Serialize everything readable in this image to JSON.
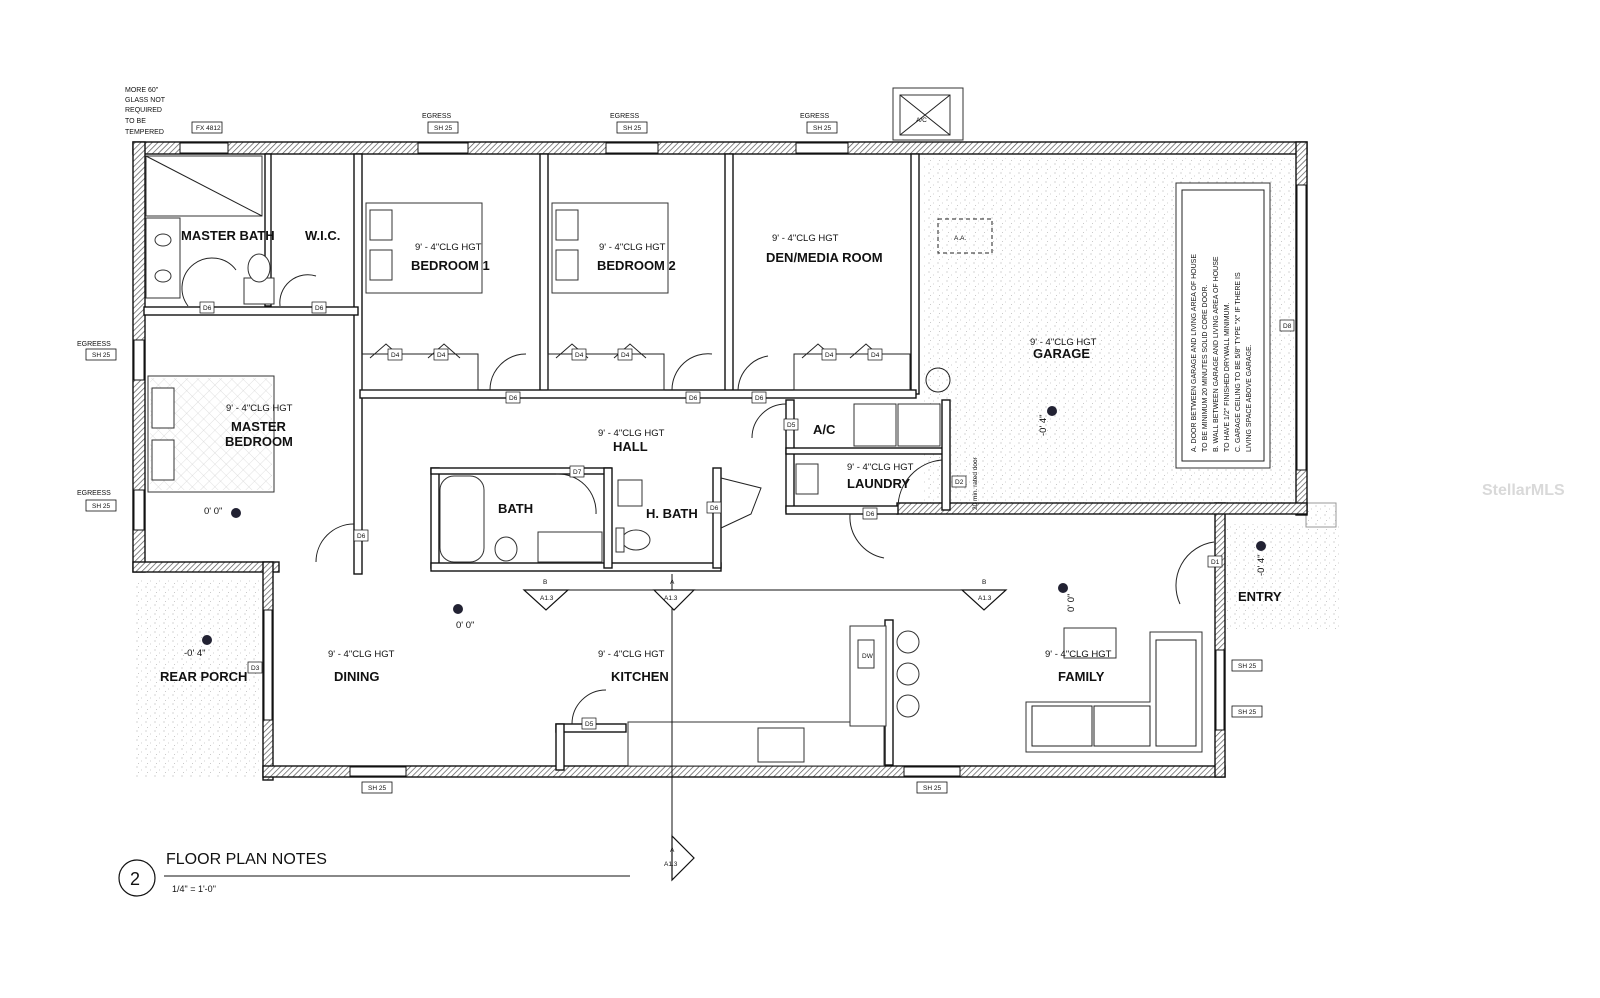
{
  "rooms": {
    "master_bath": "MASTER BATH",
    "wic": "W.I.C.",
    "bedroom1": "BEDROOM 1",
    "bedroom2": "BEDROOM 2",
    "den": "DEN/MEDIA ROOM",
    "garage": "GARAGE",
    "master_bedroom_line1": "MASTER",
    "master_bedroom_line2": "BEDROOM",
    "hall": "HALL",
    "ac_closet": "A/C",
    "laundry": "LAUNDRY",
    "bath": "BATH",
    "half_bath": "H. BATH",
    "entry": "ENTRY",
    "rear_porch": "REAR PORCH",
    "dining": "DINING",
    "kitchen": "KITCHEN",
    "family": "FAMILY"
  },
  "ceiling_height": "9' - 4\"CLG HGT",
  "elevations": {
    "zero": "0' 0\"",
    "minus4": "-0' 4\""
  },
  "glass_note": [
    "MORE 60\"",
    "GLASS NOT",
    "REQUIRED",
    "TO BE",
    "TEMPERED"
  ],
  "egress_label": "EGRESS",
  "egreess_label": "EGREESS",
  "window_tag": "SH 25",
  "window_tag_fx": "FX 4812",
  "ac_unit": "A/C",
  "aa_tag": "A.A.",
  "dw_tag": "DW",
  "door_tags": {
    "d1": "D1",
    "d2": "D2",
    "d3": "D3",
    "d4": "D4",
    "d5": "D5",
    "d6": "D6",
    "d7": "D7",
    "d8": "D8"
  },
  "rated_door": "20 min. rated door",
  "section_marks": {
    "a": "A",
    "b": "B",
    "ref": "A1.3"
  },
  "garage_notes": [
    "A. DOOR BETWEEN GARAGE AND LIVING AREA OF HOUSE",
    "TO BE MINIMUM 20 MINUTES SOLID CORE DOOR.",
    "B. WALL BETWEEN GARAGE AND LIVING AREA OF HOUSE",
    "TO HAVE 1/2\" FINISHED DRYWALL MINIMUM.",
    "C. GARAGE CEILING TO BE 5/8\" TYPE \"X\" IF THERE IS",
    "LIVING SPACE ABOVE GARAGE."
  ],
  "title_block": {
    "number": "2",
    "title": "FLOOR PLAN NOTES",
    "scale": "1/4\" = 1'-0\""
  },
  "watermark": "StellarMLS",
  "colors": {
    "line": "#111111",
    "hatch": "#555555",
    "stipple": "#b5b5b5"
  }
}
